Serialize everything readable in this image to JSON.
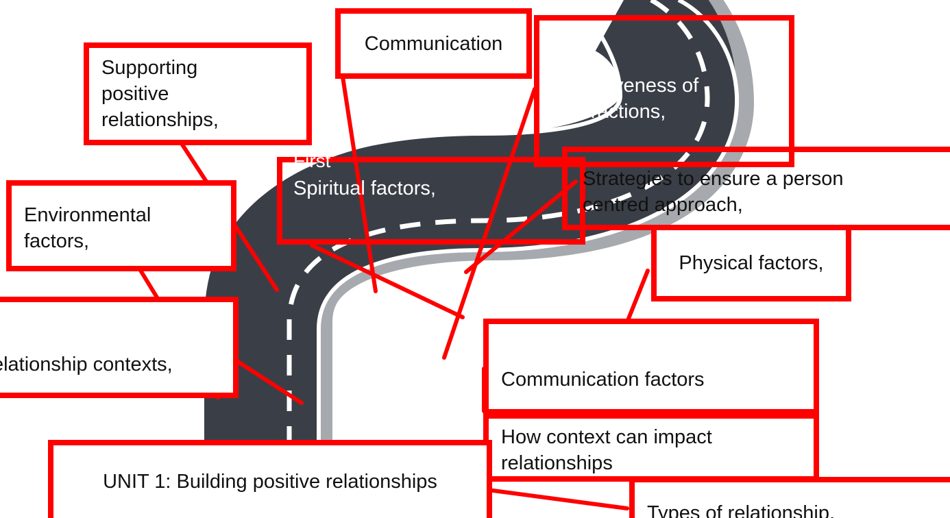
{
  "diagram": {
    "labels": {
      "communication": "Communication",
      "supporting": [
        "Supporting",
        "positive",
        "relationships,"
      ],
      "effectiveness": [
        "Effectiveness of",
        "interactions,"
      ],
      "first": "First",
      "spiritual": "Spiritual factors,",
      "strategies": [
        "Strategies to ensure a person",
        "centred approach,"
      ],
      "environmental": [
        "Environmental",
        "factors,"
      ],
      "physical": "Physical factors,",
      "relationship_contexts": "Relationship contexts,",
      "communication_factors": "Communication factors",
      "how_context": [
        "How context can impact",
        "relationships"
      ],
      "unit": "UNIT 1: Building positive relationships",
      "types": "Types of relationship,"
    },
    "colors": {
      "frame": "#ff0000",
      "road": "#3a3f47",
      "road_edge": "#ffffff",
      "road_shadow": "#a6a9ad"
    }
  }
}
